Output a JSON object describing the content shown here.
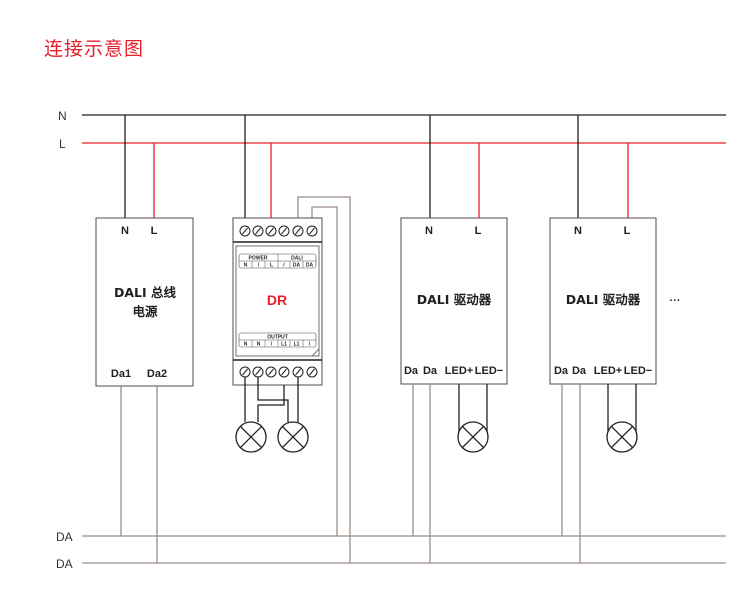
{
  "title": "连接示意图",
  "colors": {
    "title": "#e8202a",
    "neutral_wire": "#231f20",
    "live_wire": "#e8202a",
    "dali_wire": "#9a8c86",
    "box_border": "#4d4d4d"
  },
  "buses": {
    "n_label": "N",
    "l_label": "L",
    "da1_label": "DA",
    "da2_label": "DA"
  },
  "power_supply": {
    "name_line1": "DALI 总线",
    "name_line2": "电源",
    "terminal_n": "N",
    "terminal_l": "L",
    "terminal_da1": "Da1",
    "terminal_da2": "Da2"
  },
  "dr_module": {
    "name": "DR",
    "power_group": "POWER",
    "dali_group": "DALI",
    "input_terminals": [
      "N",
      "/",
      "L",
      "/",
      "DA",
      "DA"
    ],
    "output_group": "OUTPUT",
    "output_terminals": [
      "N",
      "N",
      "/",
      "L1",
      "L1",
      "/"
    ]
  },
  "drivers": [
    {
      "name": "DALI 驱动器",
      "terminal_n": "N",
      "terminal_l": "L",
      "terminal_da1": "Da",
      "terminal_da2": "Da",
      "terminal_led_plus": "LED+",
      "terminal_led_minus": "LED−"
    },
    {
      "name": "DALI 驱动器",
      "terminal_n": "N",
      "terminal_l": "L",
      "terminal_da1": "Da",
      "terminal_da2": "Da",
      "terminal_led_plus": "LED+",
      "terminal_led_minus": "LED−"
    }
  ],
  "continuation": "···"
}
